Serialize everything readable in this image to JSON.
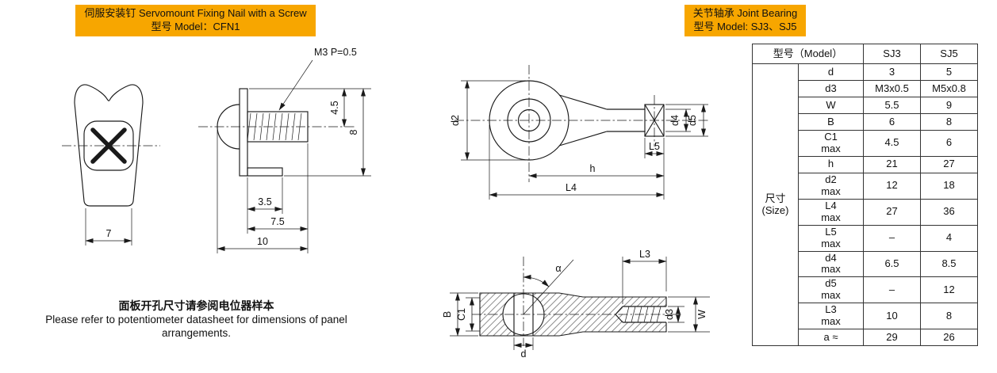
{
  "colors": {
    "accent": "#F7A600",
    "line": "#1a1a1a"
  },
  "left": {
    "badge_line1": "伺服安装钉 Servomount Fixing Nail with a Screw",
    "badge_line2": "型号 Model：CFN1",
    "dims": {
      "thread": "M3 P=0.5",
      "head_height": "4.5",
      "overall_height": "8",
      "foot_length": "3.5",
      "shank_length": "7.5",
      "overall_length": "10",
      "front_width": "7"
    },
    "note_line1": "面板开孔尺寸请参阅电位器样本",
    "note_line2": "Please refer to potentiometer datasheet for dimensions of panel arrangements."
  },
  "right": {
    "badge_line1": "关节轴承 Joint Bearing",
    "badge_line2": "型号 Model: SJ3、SJ5",
    "dims": {
      "d2": "d2",
      "d4": "d4",
      "d5": "d5",
      "L5": "L5",
      "h": "h",
      "L4": "L4",
      "L3": "L3",
      "alpha": "α",
      "B": "B",
      "C1": "C1",
      "d": "d",
      "d3": "d3",
      "W": "W"
    }
  },
  "table": {
    "header_model": "型号（Model）",
    "col_sj3": "SJ3",
    "col_sj5": "SJ5",
    "size_label_cn": "尺寸",
    "size_label_en": "(Size)",
    "rows": [
      {
        "name": "d",
        "sub": "",
        "sj3": "3",
        "sj5": "5"
      },
      {
        "name": "d3",
        "sub": "",
        "sj3": "M3x0.5",
        "sj5": "M5x0.8"
      },
      {
        "name": "W",
        "sub": "",
        "sj3": "5.5",
        "sj5": "9"
      },
      {
        "name": "B",
        "sub": "",
        "sj3": "6",
        "sj5": "8"
      },
      {
        "name": "C1",
        "sub": "max",
        "sj3": "4.5",
        "sj5": "6"
      },
      {
        "name": "h",
        "sub": "",
        "sj3": "21",
        "sj5": "27"
      },
      {
        "name": "d2",
        "sub": "max",
        "sj3": "12",
        "sj5": "18"
      },
      {
        "name": "L4",
        "sub": "max",
        "sj3": "27",
        "sj5": "36"
      },
      {
        "name": "L5",
        "sub": "max",
        "sj3": "–",
        "sj5": "4"
      },
      {
        "name": "d4",
        "sub": "max",
        "sj3": "6.5",
        "sj5": "8.5"
      },
      {
        "name": "d5",
        "sub": "max",
        "sj3": "–",
        "sj5": "12"
      },
      {
        "name": "L3",
        "sub": "max",
        "sj3": "10",
        "sj5": "8"
      },
      {
        "name": "a ≈",
        "sub": "",
        "sj3": "29",
        "sj5": "26"
      }
    ]
  }
}
